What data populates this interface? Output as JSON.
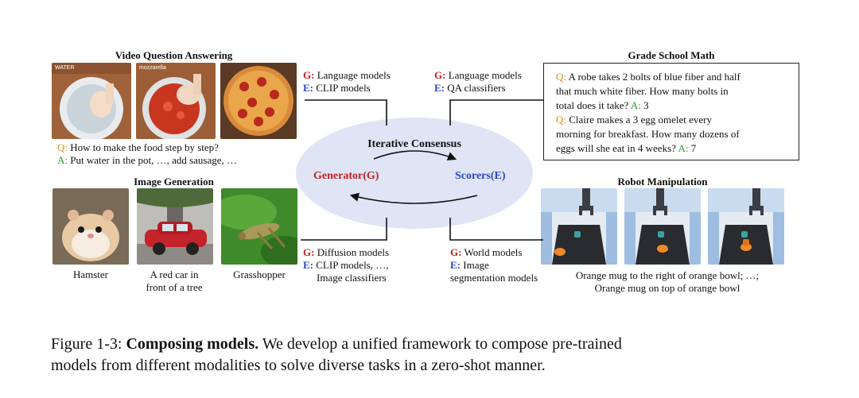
{
  "video_qa": {
    "title": "Video Question Answering",
    "frame1_label": "WATER",
    "frame2_label": "mozzarella",
    "question_prefix": "Q:",
    "question": "How to make the food step by step?",
    "answer_prefix": "A:",
    "answer": "Put water in the pot, …, add sausage, …"
  },
  "image_gen": {
    "title": "Image Generation",
    "captions": [
      "Hamster",
      "A red car in",
      "front of a tree",
      "Grasshopper"
    ]
  },
  "math": {
    "title": "Grade School Math",
    "q1_prefix": "Q:",
    "q1_lines": [
      "A robe takes 2 bolts of blue fiber and half",
      "that much white fiber. How many bolts in",
      "total does it take?"
    ],
    "a1_prefix": "A:",
    "a1": "3",
    "q2_prefix": "Q:",
    "q2_lines": [
      "Claire makes a 3 egg omelet every",
      "morning for breakfast. How many dozens of",
      "eggs will she eat in 4 weeks?"
    ],
    "a2_prefix": "A:",
    "a2": "7"
  },
  "robot": {
    "title": "Robot Manipulation",
    "caption_line1": "Orange mug to the right of orange bowl; …;",
    "caption_line2": "Orange mug on top of orange bowl"
  },
  "center": {
    "title": "Iterative Consensus",
    "generator": "Generator(G)",
    "scorers": "Scorers(E)"
  },
  "labels": {
    "g_prefix": "G:",
    "e_prefix": "E:",
    "tl_g": "Language models",
    "tl_e": "CLIP models",
    "tr_g": "Language models",
    "tr_e": "QA classifiers",
    "bl_g": "Diffusion models",
    "bl_e1": "CLIP models, …,",
    "bl_e2": "Image classifiers",
    "br_g": "World models",
    "br_e1": "Image",
    "br_e2": "segmentation models"
  },
  "figure_caption": {
    "label": "Figure 1-3:",
    "bold": "Composing models.",
    "line1_rest": "We develop a unified framework to compose pre-trained",
    "line2": "models from different modalities to solve diverse tasks in a zero-shot manner."
  },
  "colors": {
    "generator_red": "#c21f1f",
    "scorer_blue": "#2b45c2",
    "question_orange": "#e08a1e",
    "answer_green": "#2a9a2a",
    "ellipse_fill": "#dfe5f5"
  }
}
